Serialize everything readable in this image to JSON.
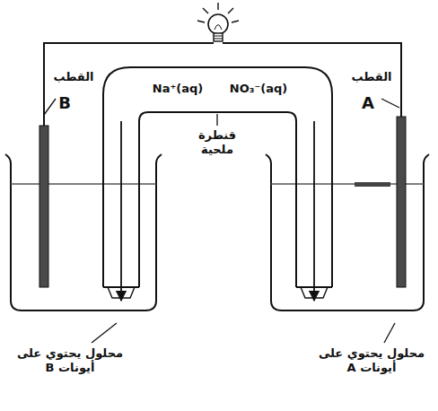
{
  "diagram": {
    "labels": [
      "القطب",
      "B",
      "Na⁺(aq)",
      "NO₃⁻(aq)",
      "القطب",
      "A",
      "قنطرة ملحية",
      "محلول يحتوي على أيونات B",
      "محلول يحتوي على أيونات A"
    ]
  }
}
